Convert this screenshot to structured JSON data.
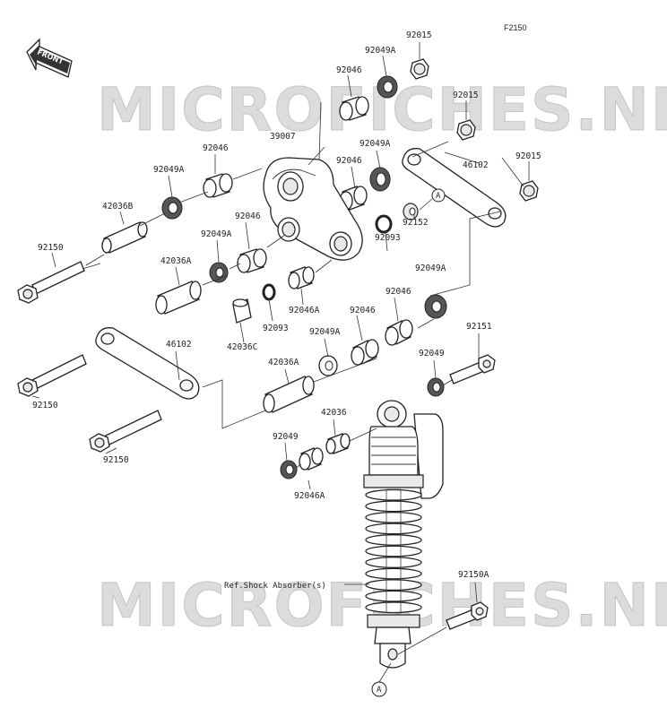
{
  "figure_code": "F2150",
  "front_label": "FRONT",
  "watermark": "MICROFICHES.NET",
  "reference_text": "Ref.Shock Absorber(s)",
  "callout_letter": "A",
  "part_labels": [
    {
      "id": "l1",
      "text": "92015"
    },
    {
      "id": "l2",
      "text": "92049A"
    },
    {
      "id": "l3",
      "text": "92046"
    },
    {
      "id": "l4",
      "text": "92015"
    },
    {
      "id": "l5",
      "text": "39007"
    },
    {
      "id": "l6",
      "text": "92049A"
    },
    {
      "id": "l7",
      "text": "92046"
    },
    {
      "id": "l8",
      "text": "92015"
    },
    {
      "id": "l9",
      "text": "46102"
    },
    {
      "id": "l10",
      "text": "92046"
    },
    {
      "id": "l11",
      "text": "92049A"
    },
    {
      "id": "l12",
      "text": "42036B"
    },
    {
      "id": "l13",
      "text": "92046"
    },
    {
      "id": "l14",
      "text": "92049A"
    },
    {
      "id": "l15",
      "text": "92152"
    },
    {
      "id": "l16",
      "text": "92093"
    },
    {
      "id": "l17",
      "text": "92150"
    },
    {
      "id": "l18",
      "text": "42036A"
    },
    {
      "id": "l19",
      "text": "92049A"
    },
    {
      "id": "l20",
      "text": "92046A"
    },
    {
      "id": "l21",
      "text": "92046"
    },
    {
      "id": "l22",
      "text": "92093"
    },
    {
      "id": "l23",
      "text": "42036C"
    },
    {
      "id": "l24",
      "text": "92046"
    },
    {
      "id": "l25",
      "text": "92049A"
    },
    {
      "id": "l26",
      "text": "92151"
    },
    {
      "id": "l27",
      "text": "46102"
    },
    {
      "id": "l28",
      "text": "42036A"
    },
    {
      "id": "l29",
      "text": "92049"
    },
    {
      "id": "l30",
      "text": "92150"
    },
    {
      "id": "l31",
      "text": "42036"
    },
    {
      "id": "l32",
      "text": "92049"
    },
    {
      "id": "l33",
      "text": "92046A"
    },
    {
      "id": "l34",
      "text": "92150"
    },
    {
      "id": "l35",
      "text": "92150A"
    }
  ]
}
